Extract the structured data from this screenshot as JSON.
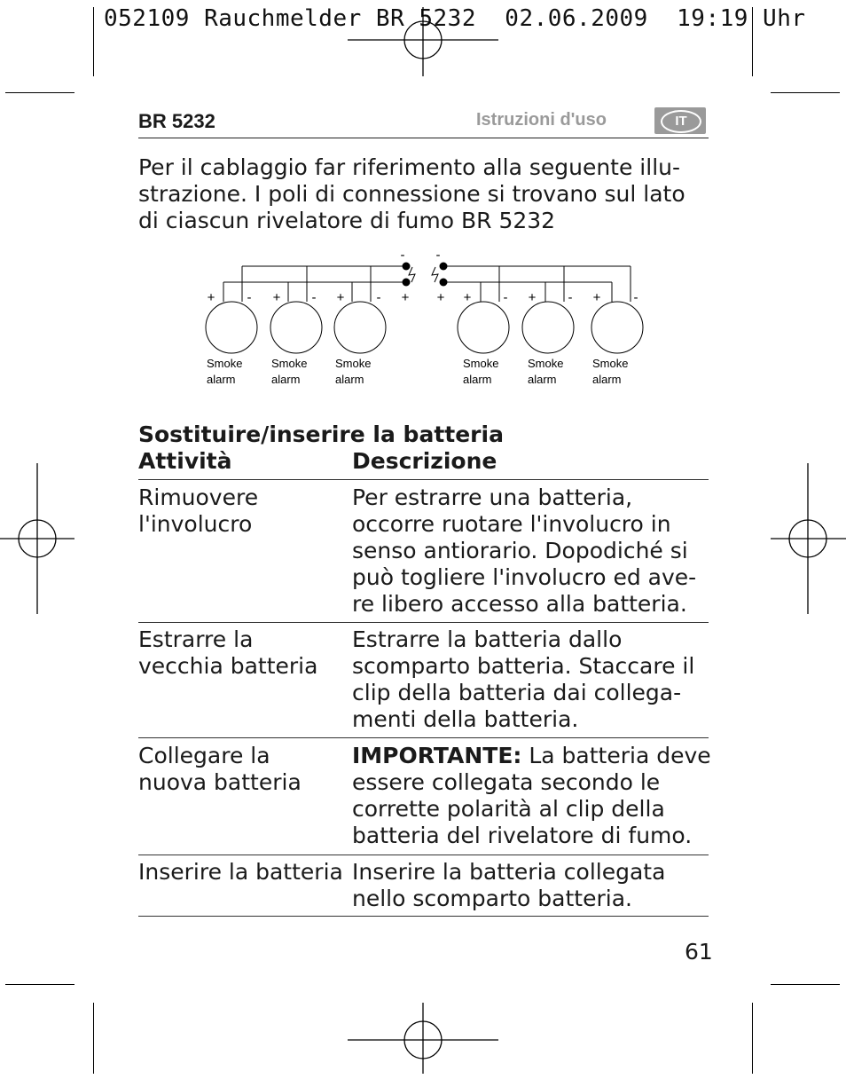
{
  "slug": "052109 Rauchmelder BR 5232  02.06.2009  19:19 Uhr",
  "header": {
    "title": "BR 5232",
    "section": "Istruzioni d'uso",
    "lang_badge": "IT"
  },
  "intro": {
    "line1": "Per il cablaggio far riferimento alla seguente illu-",
    "line2": "strazione.  I poli di connessione si trovano sul lato",
    "line3": "di ciascun rivelatore di fumo BR 5232"
  },
  "diagram": {
    "detector_label_1": "Smoke",
    "detector_label_2": "alarm",
    "plus": "+",
    "minus": "-"
  },
  "battery_section": {
    "title": "Sostituire/inserire la batteria",
    "col_activity": "Attività",
    "col_description": "Descrizione",
    "rows": [
      {
        "activity": [
          "Rimuovere",
          "l'involucro"
        ],
        "description": [
          "Per estrarre una batteria,",
          "occorre ruotare l'involucro in",
          "senso antiorario. Dopodiché si",
          "può togliere l'involucro ed ave-",
          "re libero accesso alla batteria."
        ]
      },
      {
        "activity": [
          "Estrarre la",
          "vecchia batteria"
        ],
        "description": [
          "Estrarre la batteria dallo",
          "scomparto batteria. Staccare il",
          "clip della batteria dai collega-",
          "menti della batteria."
        ]
      },
      {
        "activity": [
          "Collegare la",
          "nuova batteria"
        ],
        "important": "IMPORTANTE:",
        "description": [
          " La batteria deve",
          "essere collegata secondo le",
          "corrette polarità al clip della",
          "batteria del rivelatore di fumo."
        ]
      },
      {
        "activity": [
          "Inserire la batteria"
        ],
        "description": [
          "Inserire la batteria collegata",
          "nello scomparto batteria."
        ]
      }
    ]
  },
  "page_number": "61"
}
